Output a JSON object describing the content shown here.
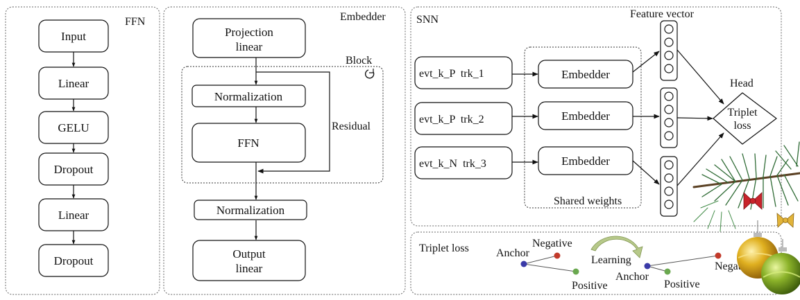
{
  "ffn": {
    "title": "FFN",
    "nodes": [
      "Input",
      "Linear",
      "GELU",
      "Dropout",
      "Linear",
      "Dropout"
    ]
  },
  "embedder": {
    "title": "Embedder",
    "projection": [
      "Projection",
      "linear"
    ],
    "block_label": "Block",
    "normalization_1": "Normalization",
    "ffn": "FFN",
    "residual_label": "Residual",
    "normalization_2": "Normalization",
    "output": [
      "Output",
      "linear"
    ]
  },
  "snn": {
    "title": "SNN",
    "feature_vector_label": "Feature vector",
    "inputs": [
      "evt_k_P  trk_1",
      "evt_k_P  trk_2",
      "evt_k_N  trk_3"
    ],
    "embedder_label": "Embedder",
    "shared_weights_label": "Shared weights",
    "head_label": "Head",
    "triplet_loss": [
      "Triplet",
      "loss"
    ]
  },
  "triplet_panel": {
    "title": "Triplet loss",
    "left": {
      "anchor": "Anchor",
      "negative": "Negative",
      "positive": "Positive"
    },
    "learning": "Learning",
    "right": {
      "anchor": "Anchor",
      "negative": "Negative",
      "positive": "Positive"
    }
  },
  "colors": {
    "anchor": "#3a3aa8",
    "negative": "#c23a2a",
    "positive": "#6aa84f",
    "learning_arrow": "#9bb06a",
    "decoration_needles": "#2f6b35",
    "decoration_ornament_gold": "#e0b020",
    "decoration_ornament_green": "#8cb32a",
    "decoration_bow": "#c8232a"
  },
  "decoration": "christmas-branch-with-ornaments"
}
